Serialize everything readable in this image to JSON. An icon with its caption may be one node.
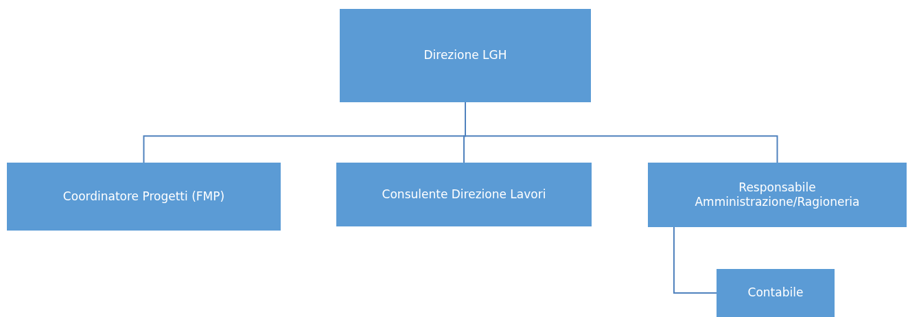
{
  "diagram": {
    "nodes": [
      {
        "text": [
          "Direzione LGH"
        ]
      },
      {
        "text": [
          "Coordinatore Progetti (FMP)"
        ]
      },
      {
        "text": [
          "Consulente Direzione Lavori"
        ]
      },
      {
        "text": [
          "Responsabile Amministrazione/Ragioneria"
        ]
      },
      {
        "text": [
          "Contabile"
        ]
      }
    ],
    "edges": [
      {
        "from": 0,
        "to": 1,
        "arrow": "none"
      },
      {
        "from": 0,
        "to": 2,
        "arrow": "none"
      },
      {
        "from": 0,
        "to": 3,
        "arrow": "none"
      },
      {
        "from": 3,
        "to": 4,
        "arrow": "none"
      }
    ]
  }
}
